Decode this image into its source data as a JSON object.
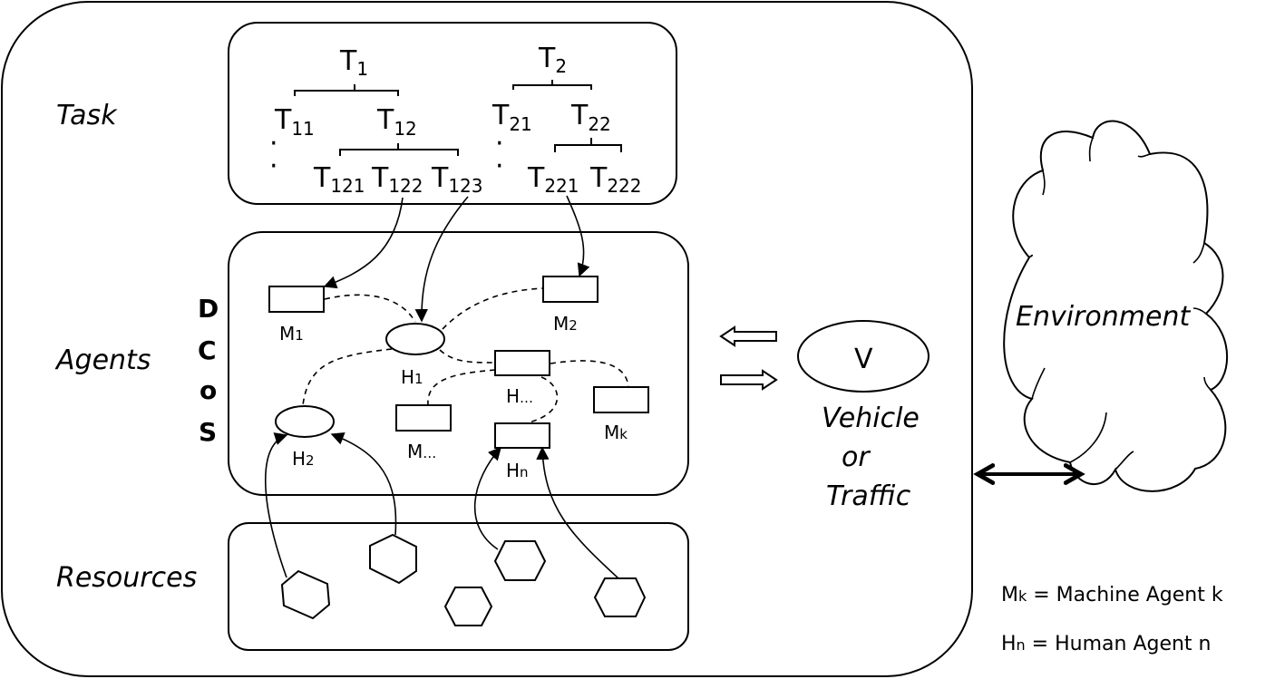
{
  "layers": {
    "task": "Task",
    "agents": "Agents",
    "resources": "Resources"
  },
  "dcos": [
    "D",
    "C",
    "o",
    "S"
  ],
  "tasks": {
    "t1": {
      "base": "T",
      "sub": "1"
    },
    "t2": {
      "base": "T",
      "sub": "2"
    },
    "t11": {
      "base": "T",
      "sub": "11"
    },
    "t12": {
      "base": "T",
      "sub": "12"
    },
    "t21": {
      "base": "T",
      "sub": "21"
    },
    "t22": {
      "base": "T",
      "sub": "22"
    },
    "t121": {
      "base": "T",
      "sub": "121"
    },
    "t122": {
      "base": "T",
      "sub": "122"
    },
    "t123": {
      "base": "T",
      "sub": "123"
    },
    "t221": {
      "base": "T",
      "sub": "221"
    },
    "t222": {
      "base": "T",
      "sub": "222"
    },
    "ellipsis_dot": "·"
  },
  "agents": {
    "m1": {
      "base": "M",
      "sub": "1"
    },
    "m2": {
      "base": "M",
      "sub": "2"
    },
    "h1": {
      "base": "H",
      "sub": "1"
    },
    "h2": {
      "base": "H",
      "sub": "2"
    },
    "h_more": {
      "base": "H",
      "sub": "…"
    },
    "m_more": {
      "base": "M",
      "sub": "…"
    },
    "mk": {
      "base": "M",
      "sub": "k"
    },
    "hn": {
      "base": "H",
      "sub": "n"
    }
  },
  "vehicle": {
    "symbol": "V",
    "line1": "Vehicle",
    "line2": "or",
    "line3": "Traffic"
  },
  "environment": "Environment",
  "legend": [
    {
      "base": "M",
      "sub": "k",
      "text": " = Machine Agent k"
    },
    {
      "base": "H",
      "sub": "n",
      "text": " = Human Agent n"
    }
  ]
}
